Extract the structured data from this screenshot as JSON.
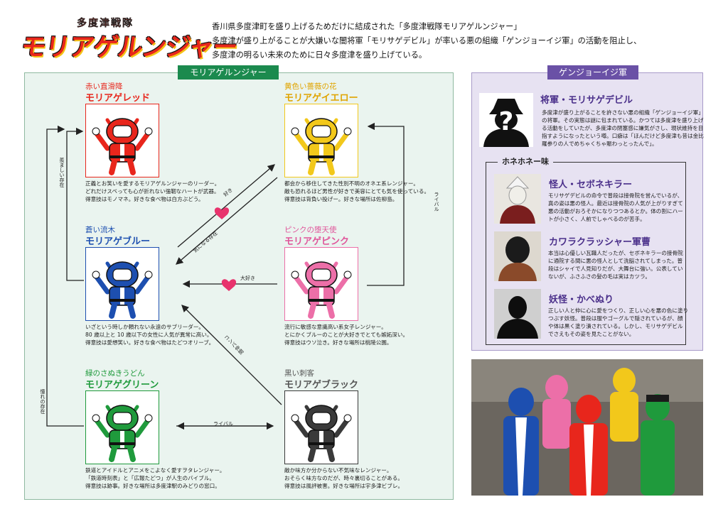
{
  "logo": {
    "small": "多度津戦隊",
    "main": "モリアゲルンジャー"
  },
  "intro": [
    "香川県多度津町を盛り上げるためだけに結成された「多度津戦隊モリアゲルンジャー」",
    "多度津が盛り上がることが大嫌いな闇将軍「モリサゲデビル」が率いる悪の組織「ゲンジョーイジ軍」の活動を阻止し、",
    "多度津の明るい未来のために日々多度津を盛り上げている。"
  ],
  "heroes": {
    "header": "モリアゲルンジャー",
    "rangers": [
      {
        "id": "red",
        "subtitle": "赤い直滑降",
        "name": "モリアゲレッド",
        "color": "#e8261c",
        "subColor": "#e8261c",
        "desc": [
          "正義とお笑いを愛するモリアゲルンジャーのリーダー。",
          "どれだけスベっても心が折れない強靭なハートが武器。",
          "得意技はモノマネ。好きな食べ物は白方ぶどう。"
        ]
      },
      {
        "id": "yellow",
        "subtitle": "黄色い薔薇の花",
        "name": "モリアゲイエロー",
        "color": "#f2c81b",
        "subColor": "#e0a400",
        "desc": [
          "都会から移住してきた性別不明のオネエ系レンジャー。",
          "敵も恐れるほど男性が好きで美容にとても気を使っている。",
          "得意技は背負い投げー。好きな場所は佐柳島。"
        ]
      },
      {
        "id": "blue",
        "subtitle": "蒼い流木",
        "name": "モリアゲブルー",
        "color": "#1d4fb0",
        "subColor": "#1d4fb0",
        "desc": [
          "いざという時しか頼れない永遠のサブリーダー。",
          "80 歳以上と 10 歳以下の女性に人気が異常に高い。",
          "得意技は愛想笑い。好きな食べ物はたどつオリーブ。"
        ]
      },
      {
        "id": "pink",
        "subtitle": "ピンクの堕天使",
        "name": "モリアゲピンク",
        "color": "#ec6fa8",
        "subColor": "#e0559a",
        "desc": [
          "流行に敏感な意識高い系女子レンジャー。",
          "とにかくブルーのことが大好きでとても嫉妬深い。",
          "得意技はウソ泣き。好きな場所は桃陵公園。"
        ]
      },
      {
        "id": "green",
        "subtitle": "緑のさぬきうどん",
        "name": "モリアゲグリーン",
        "color": "#1f9a3c",
        "subColor": "#1f9a3c",
        "desc": [
          "鉄道とアイドルとアニメをこよなく愛すヲタレンジャー。",
          "「鉄道時刻表」と「広報たどつ」が人生のバイブル。",
          "得意技は跡事。好きな場所は多度津駅のみどりの窓口。"
        ]
      },
      {
        "id": "black",
        "subtitle": "黒い刺客",
        "name": "モリアゲブラック",
        "color": "#3a3a3a",
        "subColor": "#555555",
        "desc": [
          "敵か味方か分からない不気味なレンジャー。",
          "おそらく味方なのだが、時々裏切ることがある。",
          "得意技は風評被害。好きな場所は宇多津ビブレ。"
        ]
      }
    ],
    "relations": {
      "like": "好き",
      "concern": "気になる存在",
      "love": "大好き",
      "rival1": "ライバル",
      "rival2": "ライバル",
      "annoy": "コンバ仲間",
      "envy": "羨ましい存在",
      "admire": "憧れの存在"
    }
  },
  "villains": {
    "header": "ゲンジョーイジ軍",
    "boss": {
      "name": "将軍・モリサゲデビル",
      "desc": [
        "多度津が盛り上がることを許さない悪の組織「ゲンジョーイジ軍」",
        "の将軍。その実態は謎に包まれている。かつては多度津を盛り上げ",
        "る活動をしていたが、多度津の閉塞感に嫌気がさし、現状維持を目",
        "指すようになったという噂。口癖は「ほんだけど多度津も昔は金比",
        "羅参りの人でめちゃくちゃ賑わっとったんで」。"
      ]
    },
    "sub_group": "ホネホネー味",
    "members": [
      {
        "name": "怪人・セボネキラー",
        "desc": [
          "モリサゲデビルの命令で普段は接骨院を営んでいるが、",
          "真の姿は悪の怪人。最近は接骨院の人気が上がりすぎて",
          "悪の活動がおろそかになりつつあるとか。体の割にハー",
          "トが小さく、人前でしゃべるのが苦手。"
        ]
      },
      {
        "name": "カワラクラッシャー軍曹",
        "desc": [
          "本当は心優しい瓦職人だったが、セボネキラーの接骨院",
          "に通院する間に悪の怪人として洗脳されてしまった。普",
          "段はシャイで人見知りだが、大舞台に強い。公表してい",
          "ないが、ふさふさの髪の毛は実はカツラ。"
        ]
      },
      {
        "name": "妖怪・かべぬり",
        "desc": [
          "正しい人と仲に心に愛をつくり、正しい心を悪の色に塗り",
          "つぶす妖怪。普段は服やゴーグルで隠されているが、顔",
          "や体は黒く塗り潰されている。しかし、モリサゲデビル",
          "でさえもその姿を見たことがない。"
        ]
      }
    ]
  },
  "colors": {
    "heroPanel": "#eaf4ef",
    "heroHeader": "#1b8a4e",
    "villainPanel": "#e7e2f2",
    "villainHeader": "#6a51a6"
  }
}
